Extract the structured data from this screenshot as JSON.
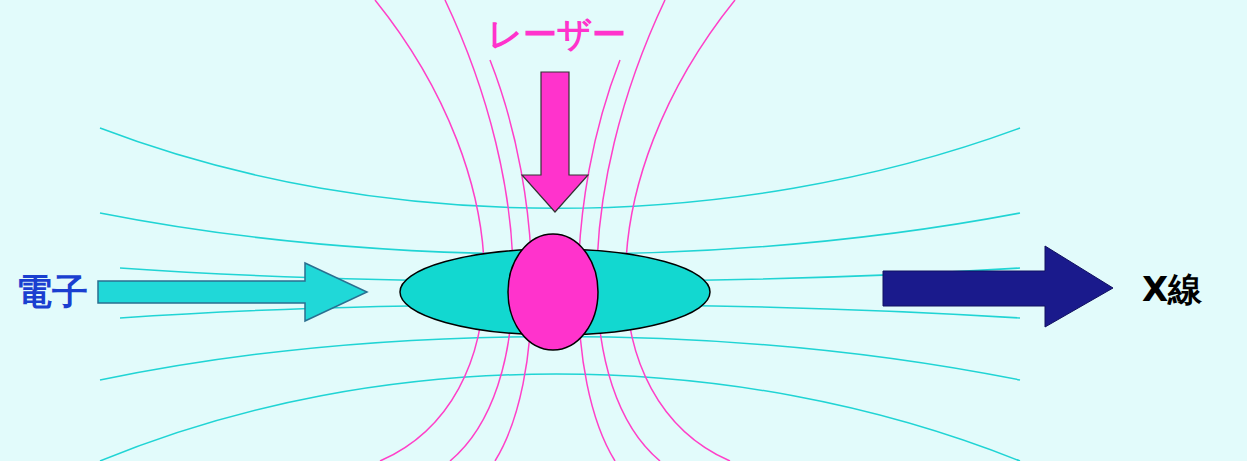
{
  "diagram": {
    "labels": [
      "レーザー",
      "電子",
      "X線"
    ]
  }
}
